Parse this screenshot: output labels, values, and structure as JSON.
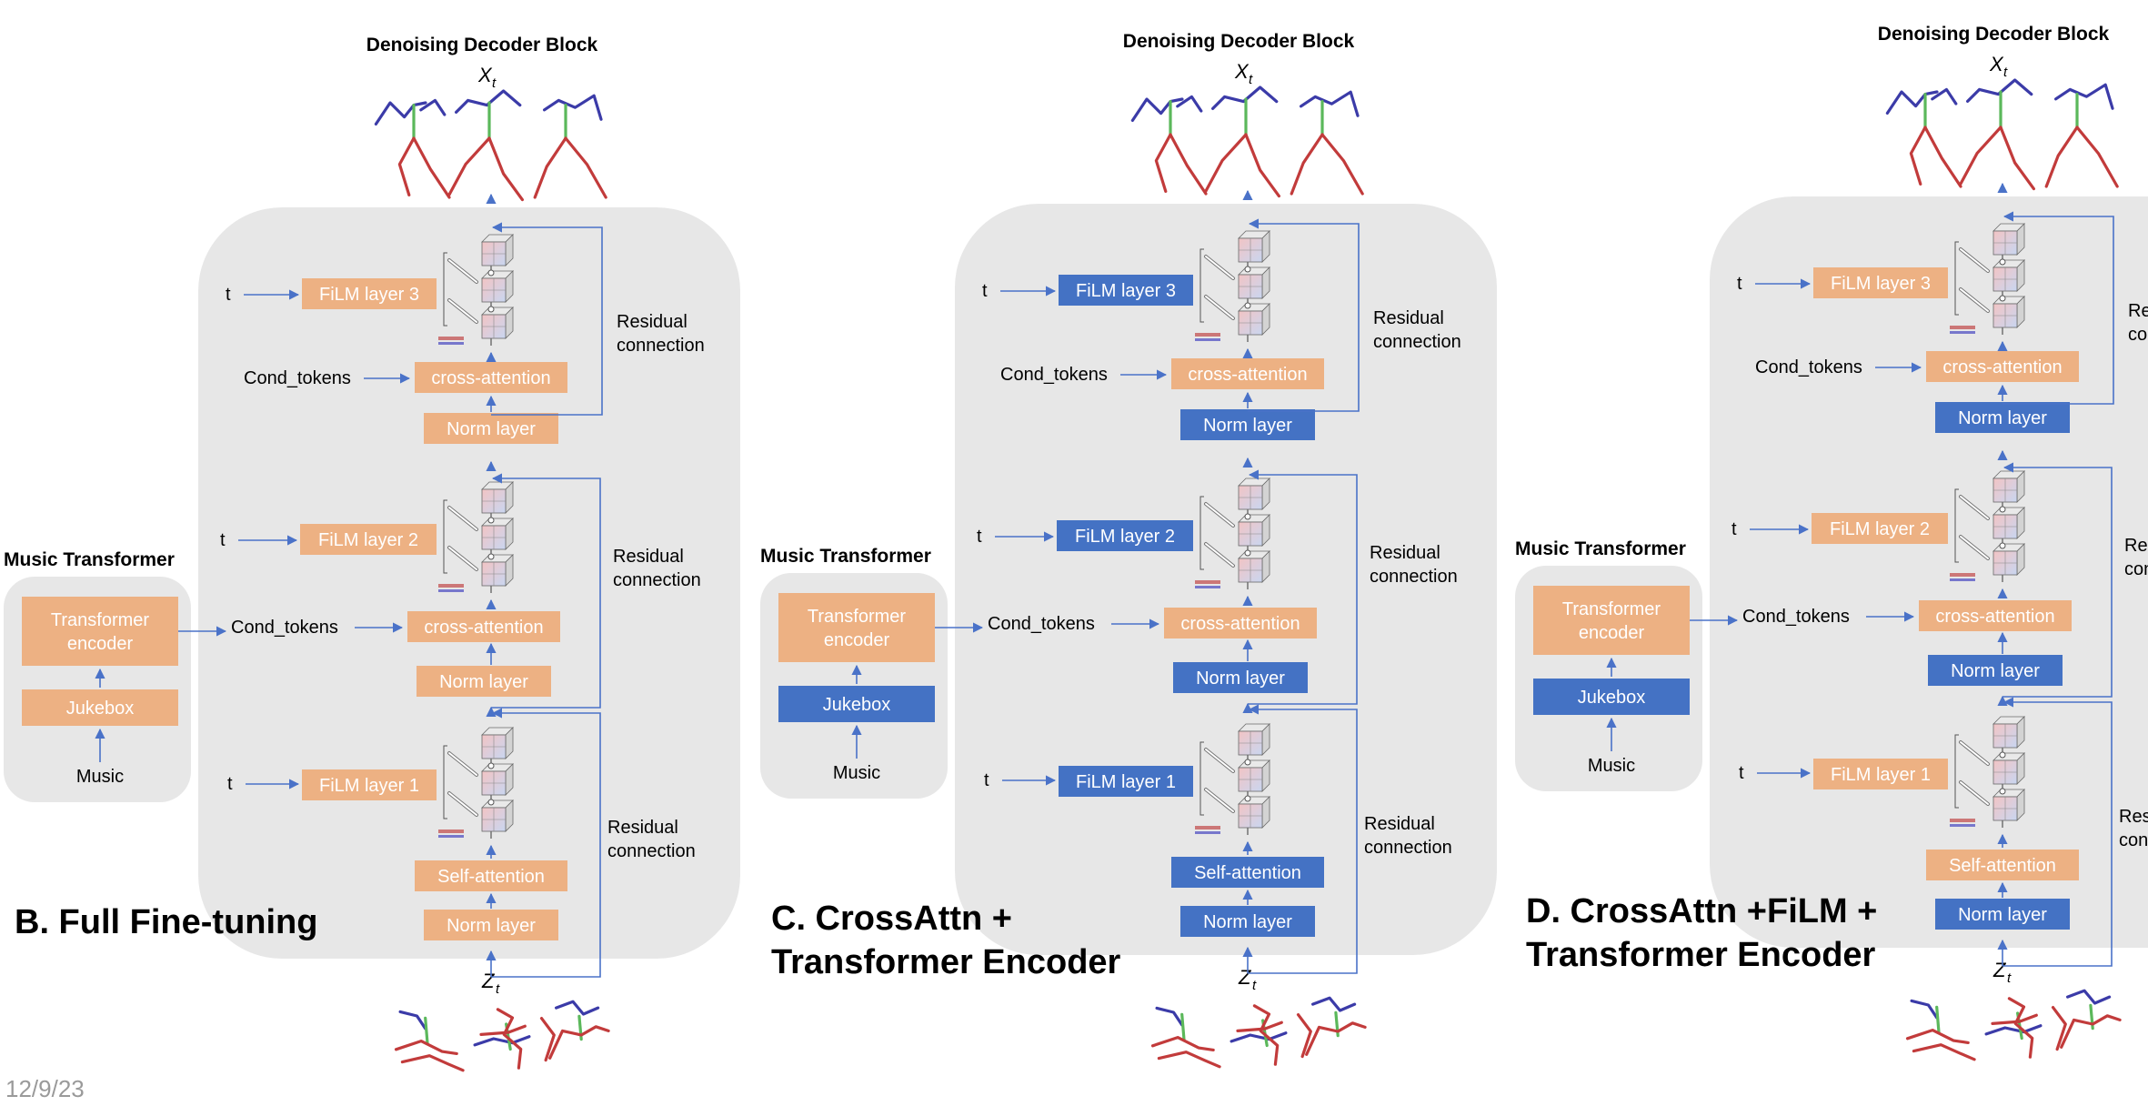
{
  "labels": {
    "decoder_title": "Denoising Decoder Block",
    "xt": "X",
    "xt_sub": "t",
    "zt": "Z",
    "zt_sub": "t",
    "music_transformer": "Music Transformer",
    "transformer_encoder_l1": "Transformer",
    "transformer_encoder_l2": "encoder",
    "jukebox": "Jukebox",
    "music": "Music",
    "t": "t",
    "cond_tokens": "Cond_tokens",
    "film1": "FiLM layer 1",
    "film2": "FiLM layer 2",
    "film3": "FiLM layer 3",
    "cross_attention": "cross-attention",
    "norm_layer": "Norm layer",
    "self_attention": "Self-attention",
    "residual_l1": "Residual",
    "residual_l2": "connection"
  },
  "panels": [
    {
      "id": "B",
      "title_l1": "B. Full Fine-tuning",
      "title_l2": "",
      "film_state": "trainable",
      "norm_state": "trainable",
      "jukebox_state": "trainable"
    },
    {
      "id": "C",
      "title_l1": "C. CrossAttn +",
      "title_l2": "Transformer Encoder",
      "film_state": "frozen",
      "norm_state": "frozen",
      "jukebox_state": "frozen"
    },
    {
      "id": "D",
      "title_l1": "D. CrossAttn +FiLM +",
      "title_l2": "Transformer Encoder",
      "film_state": "trainable",
      "norm_state": "frozen",
      "jukebox_state": "frozen"
    }
  ],
  "colors": {
    "trainable": "#EDB183",
    "frozen": "#4472C4",
    "panel": "#E7E7E7",
    "arrow": "#4A72C8",
    "limb_red": "#C23B3B",
    "limb_blue": "#3B3BA8",
    "torso_green": "#5BB85B"
  },
  "footer": {
    "date": "12/9/23"
  }
}
